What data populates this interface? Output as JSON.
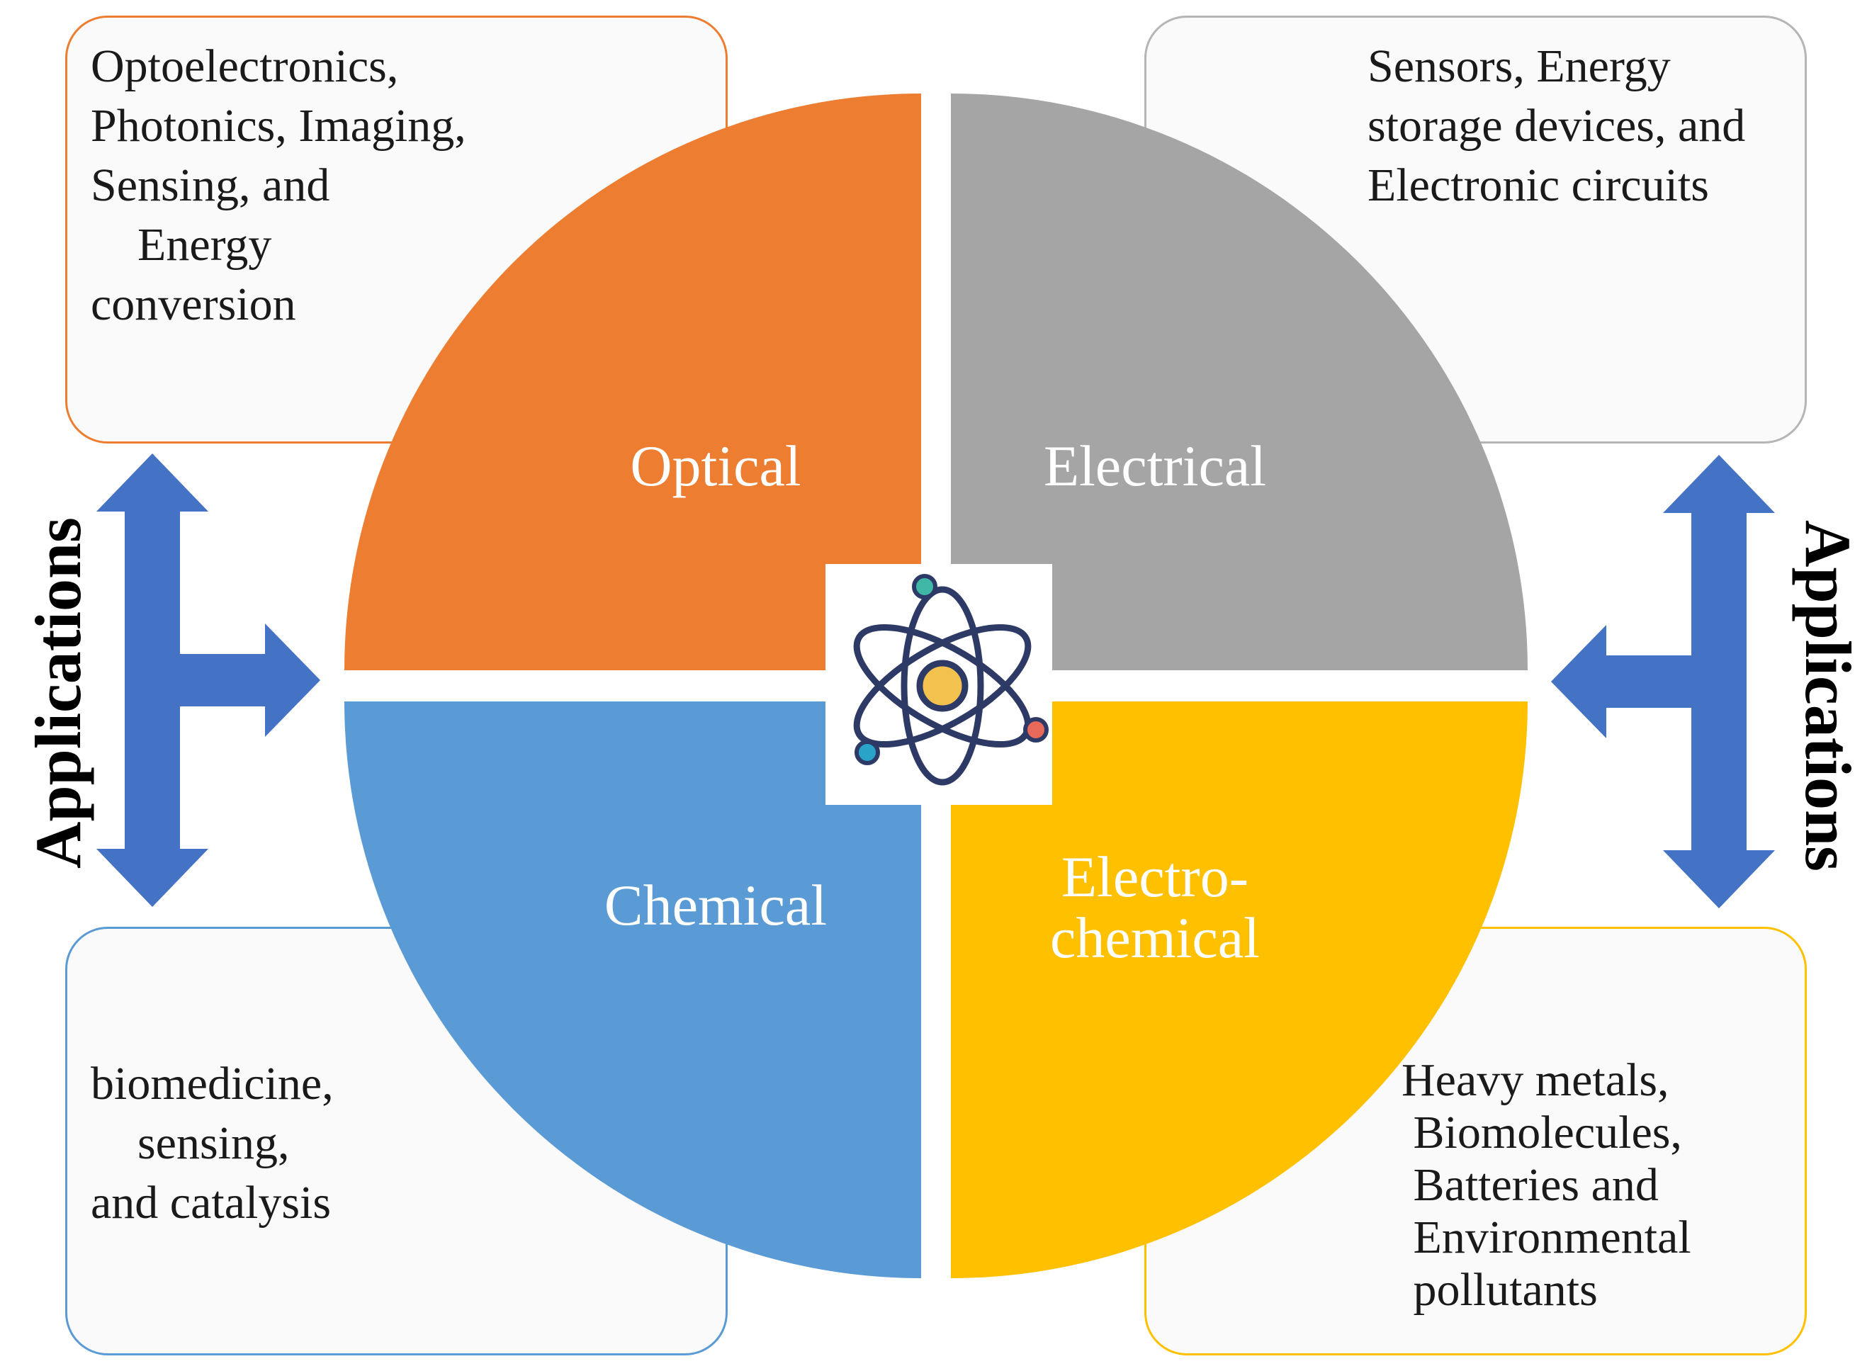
{
  "colors": {
    "optical": "#ed7d31",
    "electrical": "#a5a5a5",
    "chemical": "#5b9bd5",
    "electrochemical": "#ffc000",
    "arrow": "#4472c4",
    "orbit": "#2e3a66",
    "nucleus": "#f2c14e",
    "electron_teal": "#3fb8a8",
    "electron_red": "#e8685a",
    "electron_blue": "#2aa3c9"
  },
  "center_icon": "atom-icon",
  "arrow_icon": "t-shaped-double-arrow-icon",
  "quadrants": {
    "optical": "Optical",
    "electrical": "Electrical",
    "chemical": "Chemical",
    "electrochemical": "Electro-\nchemical"
  },
  "boxes": {
    "top_left": "Optoelectronics,\nPhotonics, Imaging,\nSensing, and\n    Energy\nconversion",
    "top_right": "Sensors, Energy\nstorage devices, and\nElectronic circuits",
    "bottom_left": "biomedicine,\n    sensing,\nand catalysis",
    "bottom_right": "Heavy metals,\n Biomolecules,\n Batteries and\n Environmental\n pollutants"
  },
  "side_labels": {
    "left": "Applications",
    "right": "Applications"
  }
}
